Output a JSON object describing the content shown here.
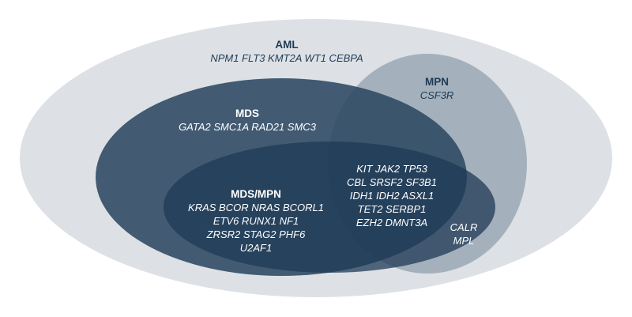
{
  "colors": {
    "aml": "#dde1e5",
    "mpn": "#a6b2bc",
    "mds": "#3f5a71",
    "mdsmpn": "#1f3a55"
  },
  "aml": {
    "title": "AML",
    "genes": "NPM1 FLT3 KMT2A WT1 CEBPA"
  },
  "mpn": {
    "title": "MPN",
    "genes": "CSF3R"
  },
  "mds": {
    "title": "MDS",
    "genes": "GATA2 SMC1A RAD21 SMC3"
  },
  "mds_mpn": {
    "title": "MDS/MPN",
    "genes": [
      "KRAS BCOR NRAS BCORL1",
      "ETV6 RUNX1 NF1",
      "ZRSR2 STAG2 PHF6",
      "U2AF1"
    ]
  },
  "shared": {
    "genes": [
      "KIT JAK2 TP53",
      "CBL SRSF2 SF3B1",
      "IDH1 IDH2 ASXL1",
      "TET2 SERBP1",
      "EZH2 DMNT3A"
    ]
  },
  "mpn_mdsmpn": {
    "genes": [
      "CALR",
      "MPL"
    ]
  }
}
